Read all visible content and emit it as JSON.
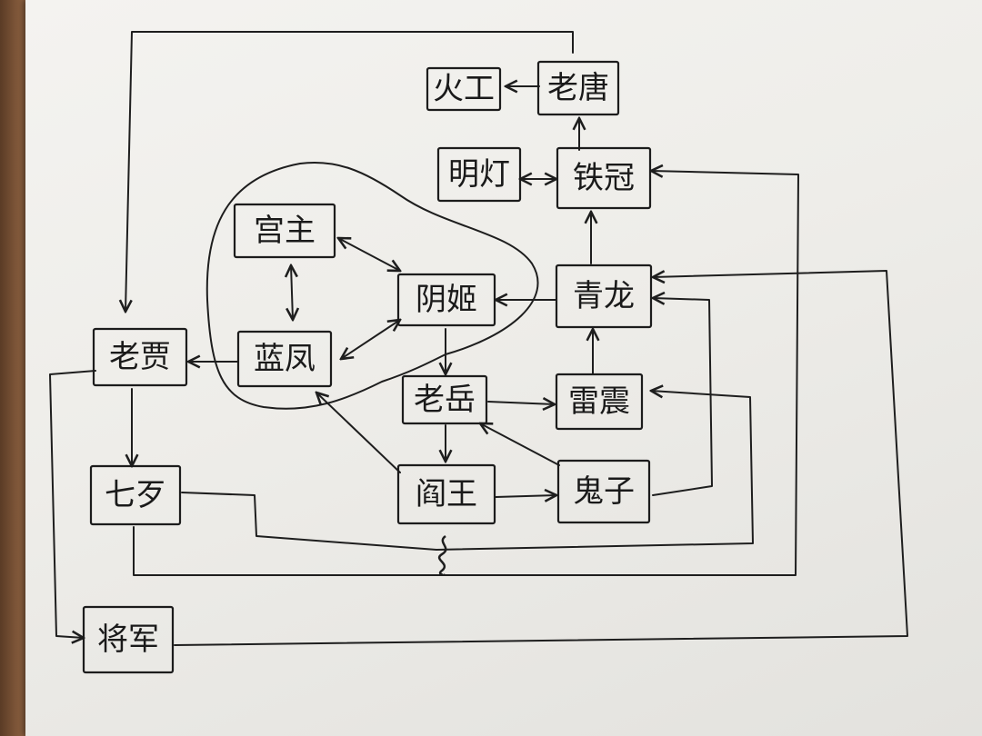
{
  "nodes": {
    "huogong": "火工",
    "laotang": "老唐",
    "mingdeng": "明灯",
    "tieguan": "铁冠",
    "gongzhu": "宫主",
    "yinji": "阴姬",
    "qinglong": "青龙",
    "laoba": "老贾",
    "lanfeng": "蓝凤",
    "laoyue": "老岳",
    "leizhen": "雷震",
    "qifang": "七歹",
    "yanwang": "阎王",
    "guizi": "鬼子",
    "jiangjun": "将军"
  }
}
